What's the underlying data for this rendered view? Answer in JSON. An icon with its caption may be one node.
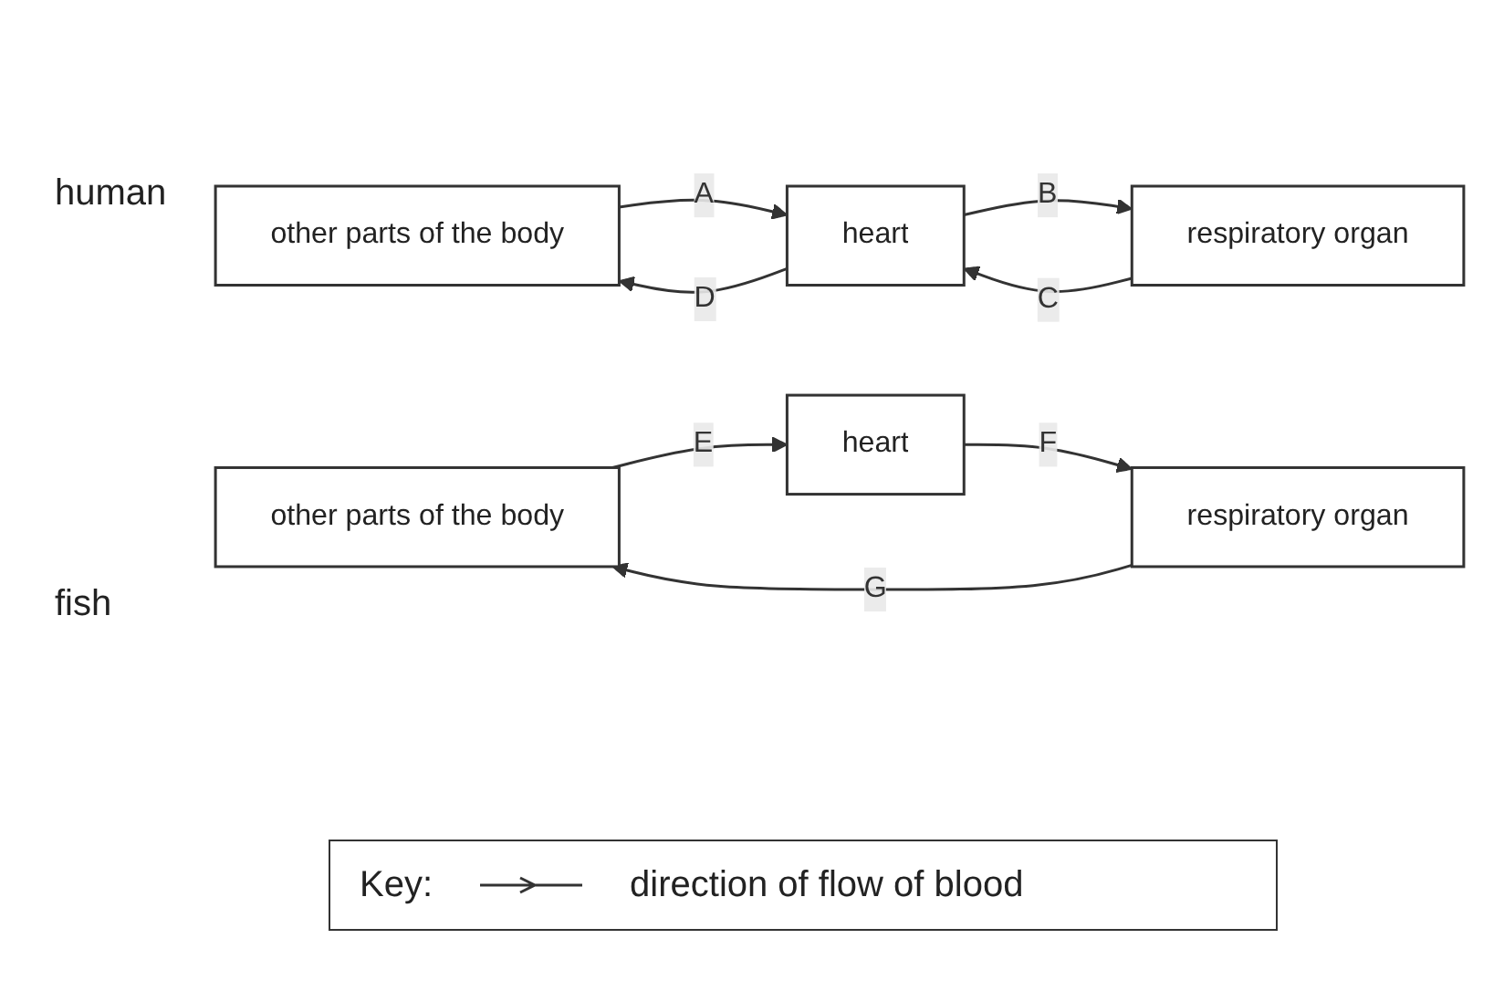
{
  "diagram": {
    "nodes": [
      {
        "text": [
          "other parts of the body"
        ]
      },
      {
        "text": [
          "heart"
        ]
      },
      {
        "text": [
          "respiratory organ"
        ]
      },
      {
        "text": [
          "other parts of the body"
        ]
      },
      {
        "text": [
          "heart"
        ]
      },
      {
        "text": [
          "respiratory organ"
        ]
      }
    ],
    "edges": [
      {
        "from": 0,
        "to": 1,
        "arrow": "to",
        "label": "A"
      },
      {
        "from": 1,
        "to": 2,
        "arrow": "to",
        "label": "B"
      },
      {
        "from": 2,
        "to": 1,
        "arrow": "to",
        "label": "C"
      },
      {
        "from": 1,
        "to": 0,
        "arrow": "to",
        "label": "D"
      },
      {
        "from": 3,
        "to": 4,
        "arrow": "to",
        "label": "E"
      },
      {
        "from": 4,
        "to": 5,
        "arrow": "to",
        "label": "F"
      },
      {
        "from": 5,
        "to": 3,
        "arrow": "to",
        "label": "G"
      }
    ],
    "labels": [
      "human",
      "fish",
      "Key:"
    ],
    "legend": [
      {
        "text": "direction of flow of blood"
      }
    ]
  }
}
